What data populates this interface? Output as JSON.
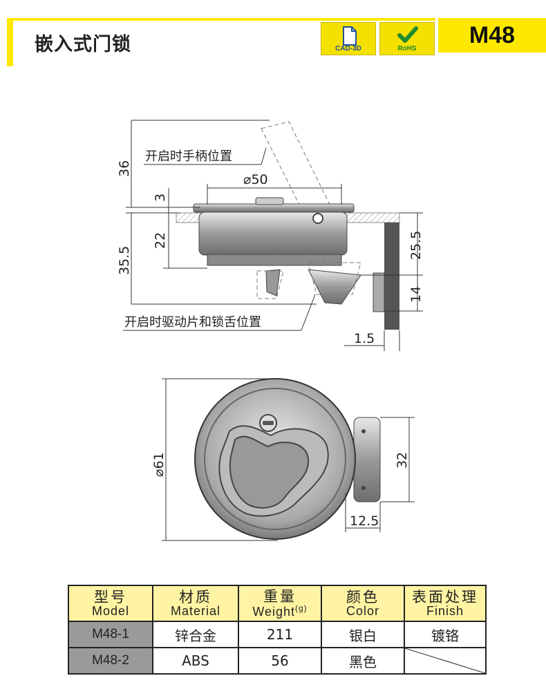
{
  "header": {
    "title": "嵌入式门锁",
    "badge_cad": "CAD-3D",
    "badge_rohs": "RoHS",
    "model_code": "M48"
  },
  "drawing": {
    "note_handle": "开启时手柄位置",
    "note_drive": "开启时驱动片和锁舌位置",
    "dim_diameter_top": "⌀50",
    "dim_36": "36",
    "dim_3": "3",
    "dim_22": "22",
    "dim_35_5": "35.5",
    "dim_25_5": "25.5",
    "dim_14": "14",
    "dim_1_5": "1.5",
    "dim_diameter_front": "⌀61",
    "dim_32": "32",
    "dim_12_5": "12.5"
  },
  "table": {
    "headers": [
      {
        "cn": "型号",
        "en": "Model"
      },
      {
        "cn": "材质",
        "en": "Material"
      },
      {
        "cn": "重量",
        "en": "Weight",
        "unit": "(g)"
      },
      {
        "cn": "颜色",
        "en": "Color"
      },
      {
        "cn": "表面处理",
        "en": "Finish"
      }
    ],
    "rows": [
      {
        "model": "M48-1",
        "material": "锌合金",
        "weight": "211",
        "color": "银白",
        "finish": "镀铬"
      },
      {
        "model": "M48-2",
        "material": "ABS",
        "weight": "56",
        "color": "黑色",
        "finish": ""
      }
    ]
  },
  "colors": {
    "accent_yellow": "#ffe800",
    "table_head": "#fff4a3",
    "model_cell": "#9a9a9a"
  }
}
